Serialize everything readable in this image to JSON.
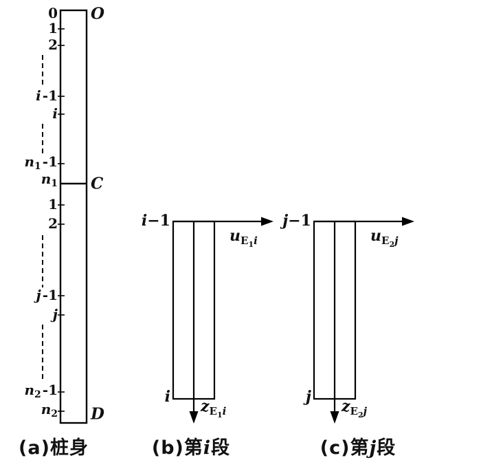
{
  "pile": {
    "upper": [
      {
        "main": "0"
      },
      {
        "main": "1"
      },
      {
        "main": "2"
      },
      {
        "main": "i",
        "suffix": "-1"
      },
      {
        "main": "i"
      },
      {
        "main": "n",
        "sub": "1",
        "suffix": "-1"
      },
      {
        "main": "n",
        "sub": "1"
      }
    ],
    "lower": [
      {
        "main": "1"
      },
      {
        "main": "2"
      },
      {
        "main": "j",
        "suffix": "-1"
      },
      {
        "main": "j"
      },
      {
        "main": "n",
        "sub": "2",
        "suffix": "-1"
      },
      {
        "main": "n",
        "sub": "2"
      }
    ],
    "points": {
      "top": "O",
      "mid": "C",
      "bottom": "D"
    }
  },
  "seg_i": {
    "top": {
      "main": "i",
      "suffix": "−1"
    },
    "bottom": "i",
    "u": {
      "main": "u",
      "sub_main": "E",
      "sub_num": "1",
      "sub_var": "i"
    },
    "z": {
      "main": "z",
      "sub_main": "E",
      "sub_num": "1",
      "sub_var": "i"
    }
  },
  "seg_j": {
    "top": {
      "main": "j",
      "suffix": "−1"
    },
    "bottom": "j",
    "u": {
      "main": "u",
      "sub_main": "E",
      "sub_num": "2",
      "sub_var": "j"
    },
    "z": {
      "main": "z",
      "sub_main": "E",
      "sub_num": "2",
      "sub_var": "j"
    }
  },
  "captions": {
    "a": {
      "paren": "(a)",
      "text": "桩身"
    },
    "b": {
      "paren": "(b)",
      "pre": "第",
      "var": "i",
      "post": "段"
    },
    "c": {
      "paren": "(c)",
      "pre": "第",
      "var": "j",
      "post": "段"
    }
  },
  "colors": {
    "line": "#000000",
    "background": "#ffffff"
  }
}
